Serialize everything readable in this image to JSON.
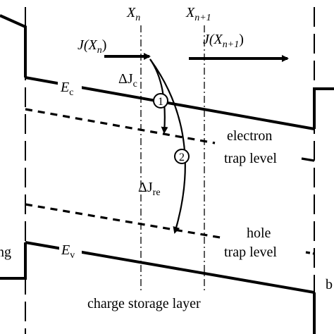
{
  "labels": {
    "x_n": "X",
    "x_n_sub": "n",
    "x_n1": "X",
    "x_n1_sub": "n+1",
    "j_xn": "J(X",
    "j_xn_sub": "n",
    "j_xn_close": ")",
    "j_xn1": "J(X",
    "j_xn1_sub": "n+1",
    "j_xn1_close": ")",
    "delta_jc": "ΔJ",
    "delta_jc_sub": "c",
    "delta_jre": "ΔJ",
    "delta_jre_sub": "re",
    "ec": "E",
    "ec_sub": "c",
    "ev": "E",
    "ev_sub": "v",
    "electron_trap_1": "electron",
    "electron_trap_2": "trap level",
    "hole_trap_1": "hole",
    "hole_trap_2": "trap level",
    "charge_storage": "charge storage layer",
    "left_cut": "ng",
    "right_cut": "b",
    "circle_1": "1",
    "circle_2": "2"
  }
}
